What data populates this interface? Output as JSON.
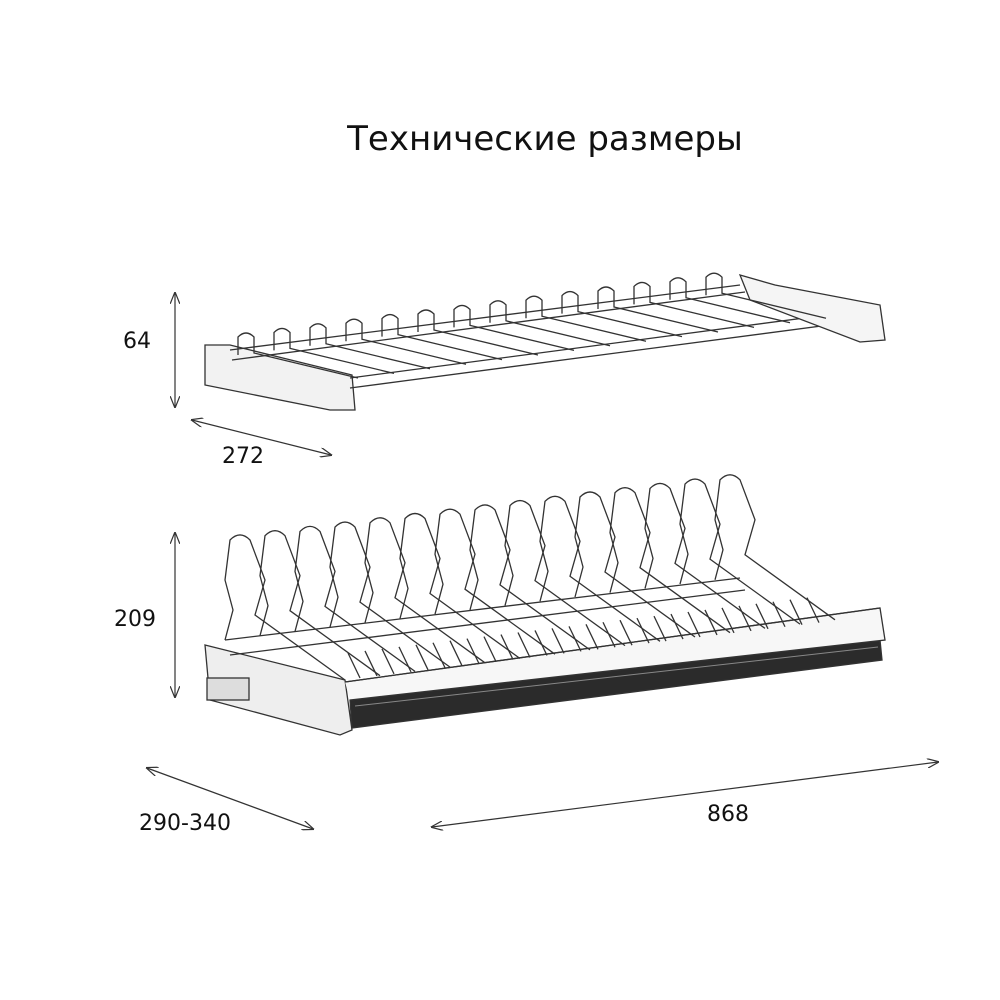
{
  "title": "Технические размеры",
  "dimensions": {
    "top_height": "64",
    "top_depth": "272",
    "bottom_height": "209",
    "bottom_depth": "290-340",
    "width": "868"
  }
}
